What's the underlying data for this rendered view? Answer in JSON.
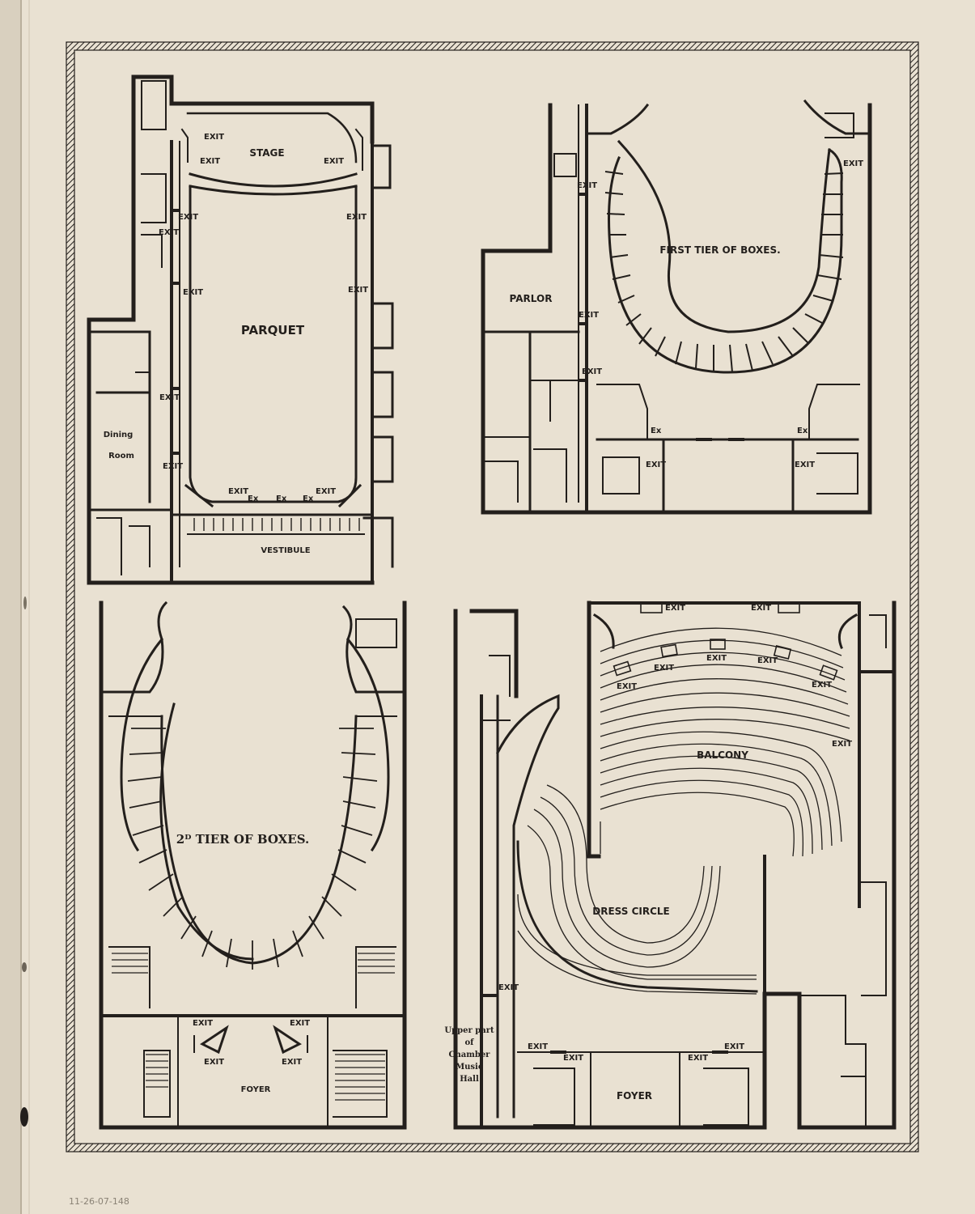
{
  "plans": {
    "parquet": {
      "stage": "STAGE",
      "parquet": "PARQUET",
      "dining": "Dining",
      "room": "Room",
      "vestibule": "VESTIBULE",
      "exit": "EXIT",
      "ex": "Ex"
    },
    "first_tier": {
      "title": "FIRST TIER OF BOXES.",
      "parlor": "PARLOR",
      "exit": "EXIT",
      "ex": "Ex"
    },
    "second_tier": {
      "title": "2ᴰ TIER OF BOXES.",
      "foyer": "FOYER",
      "exit": "EXIT"
    },
    "balcony": {
      "balcony": "BALCONY",
      "dress_circle": "DRESS CIRCLE",
      "foyer": "FOYER",
      "exit": "EXIT",
      "chamber": [
        "Upper part",
        "of",
        "Chamber",
        "Music",
        "Hall"
      ]
    }
  },
  "annotation": "11-26-07-148"
}
